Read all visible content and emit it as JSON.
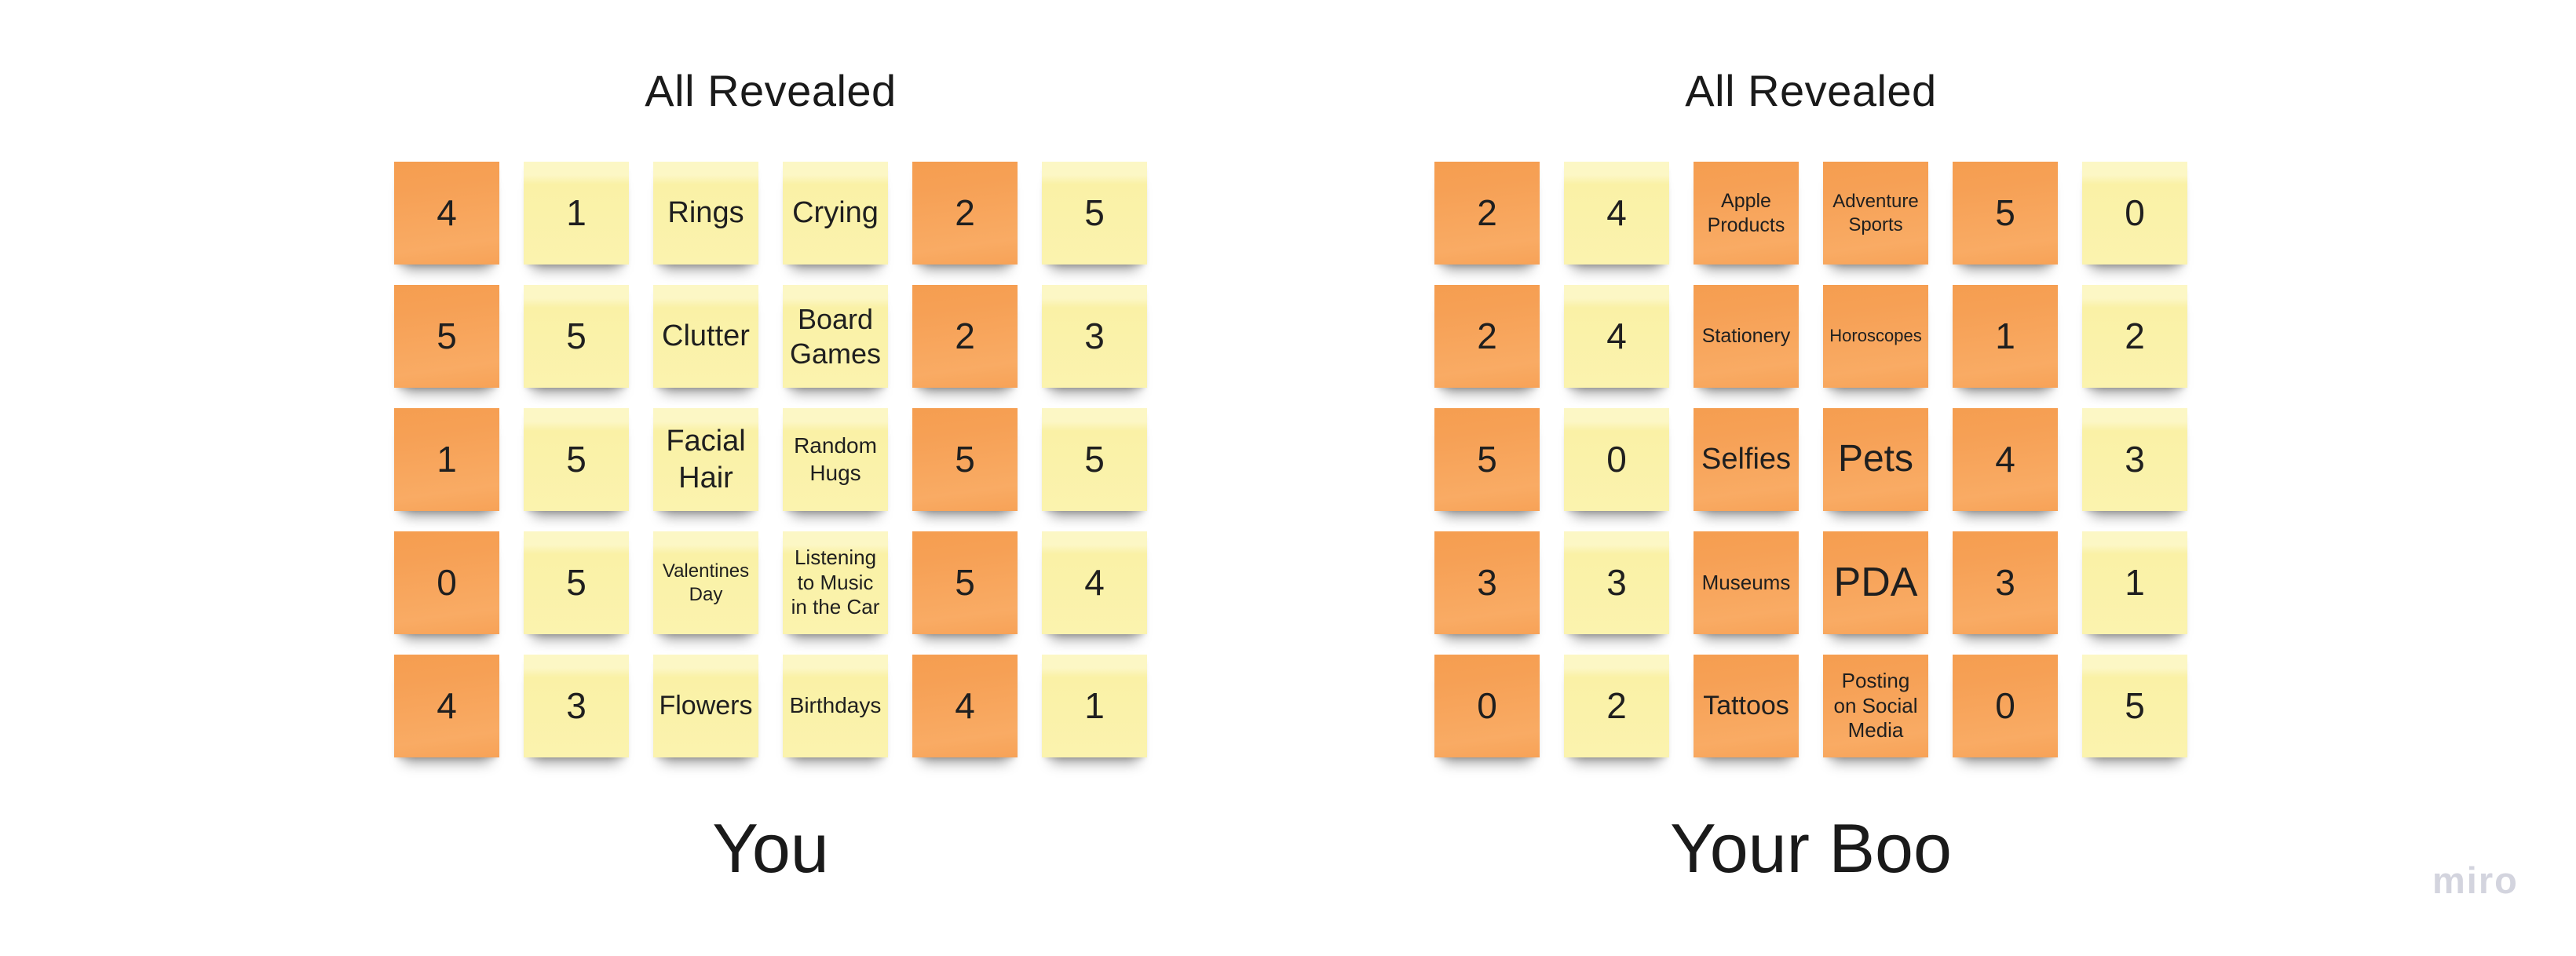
{
  "watermark": {
    "text": "miro",
    "color": "#d3d4de"
  },
  "colors": {
    "orange": "#f6a055",
    "orange_light": "#f9ab64",
    "yellow": "#faf1a6",
    "yellow_light": "#fcf7c5",
    "note_text": "#1f1f1f",
    "heading_text": "#1a1a1a"
  },
  "boards": [
    {
      "title": "All Revealed",
      "label": "You",
      "notes": [
        {
          "text": "4",
          "color": "orange",
          "fs": 46
        },
        {
          "text": "1",
          "color": "yellow",
          "fs": 46
        },
        {
          "text": "Rings",
          "color": "yellow",
          "fs": 38
        },
        {
          "text": "Crying",
          "color": "yellow",
          "fs": 38
        },
        {
          "text": "2",
          "color": "orange",
          "fs": 46
        },
        {
          "text": "5",
          "color": "yellow",
          "fs": 46
        },
        {
          "text": "5",
          "color": "orange",
          "fs": 46
        },
        {
          "text": "5",
          "color": "yellow",
          "fs": 46
        },
        {
          "text": "Clutter",
          "color": "yellow",
          "fs": 38
        },
        {
          "text": "Board\nGames",
          "color": "yellow",
          "fs": 36
        },
        {
          "text": "2",
          "color": "orange",
          "fs": 46
        },
        {
          "text": "3",
          "color": "yellow",
          "fs": 46
        },
        {
          "text": "1",
          "color": "orange",
          "fs": 46
        },
        {
          "text": "5",
          "color": "yellow",
          "fs": 46
        },
        {
          "text": "Facial\nHair",
          "color": "yellow",
          "fs": 38
        },
        {
          "text": "Random\nHugs",
          "color": "yellow",
          "fs": 28
        },
        {
          "text": "5",
          "color": "orange",
          "fs": 46
        },
        {
          "text": "5",
          "color": "yellow",
          "fs": 46
        },
        {
          "text": "0",
          "color": "orange",
          "fs": 46
        },
        {
          "text": "5",
          "color": "yellow",
          "fs": 46
        },
        {
          "text": "Valentines\nDay",
          "color": "yellow",
          "fs": 24
        },
        {
          "text": "Listening\nto Music\nin the Car",
          "color": "yellow",
          "fs": 26
        },
        {
          "text": "5",
          "color": "orange",
          "fs": 46
        },
        {
          "text": "4",
          "color": "yellow",
          "fs": 46
        },
        {
          "text": "4",
          "color": "orange",
          "fs": 46
        },
        {
          "text": "3",
          "color": "yellow",
          "fs": 46
        },
        {
          "text": "Flowers",
          "color": "yellow",
          "fs": 34
        },
        {
          "text": "Birthdays",
          "color": "yellow",
          "fs": 28
        },
        {
          "text": "4",
          "color": "orange",
          "fs": 46
        },
        {
          "text": "1",
          "color": "yellow",
          "fs": 46
        }
      ]
    },
    {
      "title": "All Revealed",
      "label": "Your Boo",
      "notes": [
        {
          "text": "2",
          "color": "orange",
          "fs": 46
        },
        {
          "text": "4",
          "color": "yellow",
          "fs": 46
        },
        {
          "text": "Apple\nProducts",
          "color": "orange",
          "fs": 25
        },
        {
          "text": "Adventure\nSports",
          "color": "orange",
          "fs": 24
        },
        {
          "text": "5",
          "color": "orange",
          "fs": 46
        },
        {
          "text": "0",
          "color": "yellow",
          "fs": 46
        },
        {
          "text": "2",
          "color": "orange",
          "fs": 46
        },
        {
          "text": "4",
          "color": "yellow",
          "fs": 46
        },
        {
          "text": "Stationery",
          "color": "orange",
          "fs": 25
        },
        {
          "text": "Horoscopes",
          "color": "orange",
          "fs": 22
        },
        {
          "text": "1",
          "color": "orange",
          "fs": 46
        },
        {
          "text": "2",
          "color": "yellow",
          "fs": 46
        },
        {
          "text": "5",
          "color": "orange",
          "fs": 46
        },
        {
          "text": "0",
          "color": "yellow",
          "fs": 46
        },
        {
          "text": "Selfies",
          "color": "orange",
          "fs": 38
        },
        {
          "text": "Pets",
          "color": "orange",
          "fs": 48
        },
        {
          "text": "4",
          "color": "orange",
          "fs": 46
        },
        {
          "text": "3",
          "color": "yellow",
          "fs": 46
        },
        {
          "text": "3",
          "color": "orange",
          "fs": 46
        },
        {
          "text": "3",
          "color": "yellow",
          "fs": 46
        },
        {
          "text": "Museums",
          "color": "orange",
          "fs": 26
        },
        {
          "text": "PDA",
          "color": "orange",
          "fs": 52
        },
        {
          "text": "3",
          "color": "orange",
          "fs": 46
        },
        {
          "text": "1",
          "color": "yellow",
          "fs": 46
        },
        {
          "text": "0",
          "color": "orange",
          "fs": 46
        },
        {
          "text": "2",
          "color": "yellow",
          "fs": 46
        },
        {
          "text": "Tattoos",
          "color": "orange",
          "fs": 34
        },
        {
          "text": "Posting\non Social\nMedia",
          "color": "orange",
          "fs": 26
        },
        {
          "text": "0",
          "color": "orange",
          "fs": 46
        },
        {
          "text": "5",
          "color": "yellow",
          "fs": 46
        }
      ]
    }
  ]
}
